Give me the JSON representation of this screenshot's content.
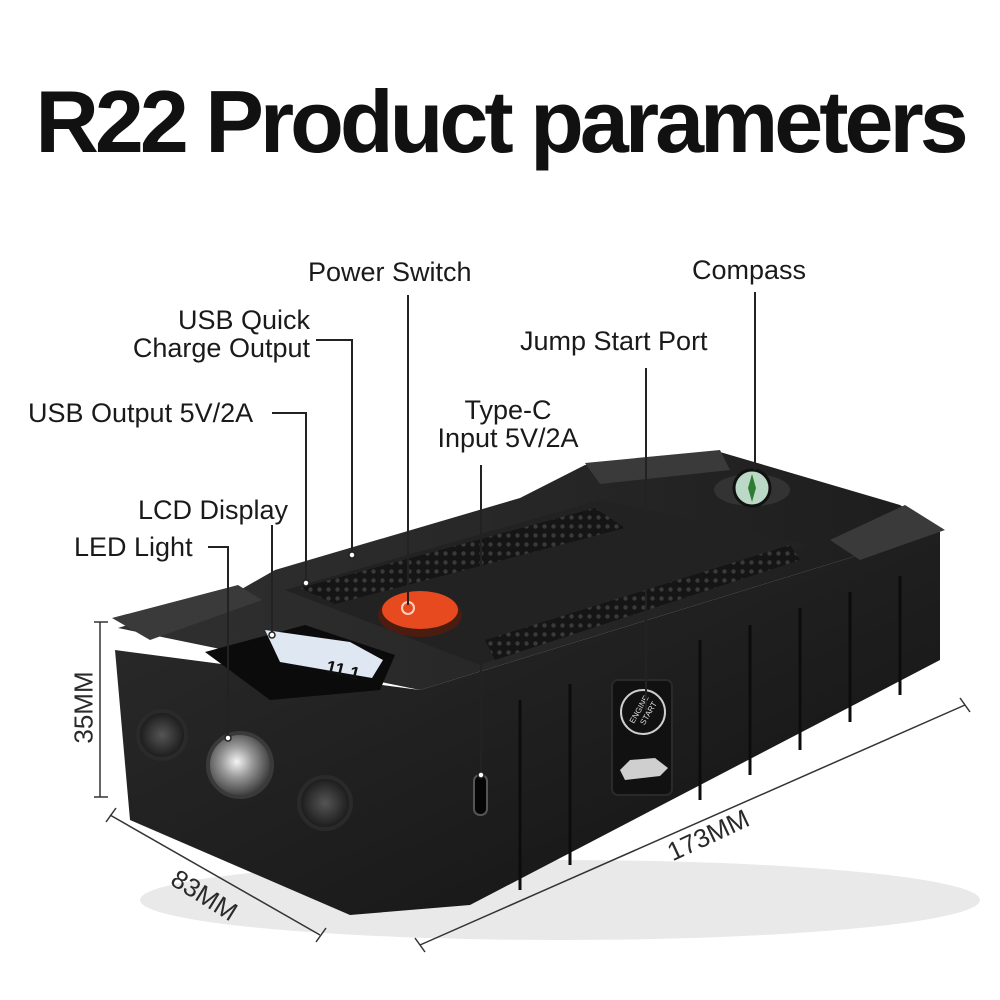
{
  "title": "R22 Product parameters",
  "callouts": {
    "power_switch": "Power Switch",
    "compass": "Compass",
    "usb_quick_charge": [
      "USB Quick",
      "Charge Output"
    ],
    "jump_start_port": "Jump Start Port",
    "usb_output": "USB Output 5V/2A",
    "type_c_input": [
      "Type-C",
      "Input 5V/2A"
    ],
    "lcd_display": "LCD Display",
    "led_light": "LED Light"
  },
  "dimensions": {
    "height": "35MM",
    "width": "83MM",
    "length": "173MM"
  },
  "device": {
    "lcd_reading": "11.1",
    "badge": [
      "ENGINE",
      "START"
    ]
  },
  "colors": {
    "body": "#1c1c1c",
    "power_button": "#e84a1f",
    "text": "#111111"
  }
}
